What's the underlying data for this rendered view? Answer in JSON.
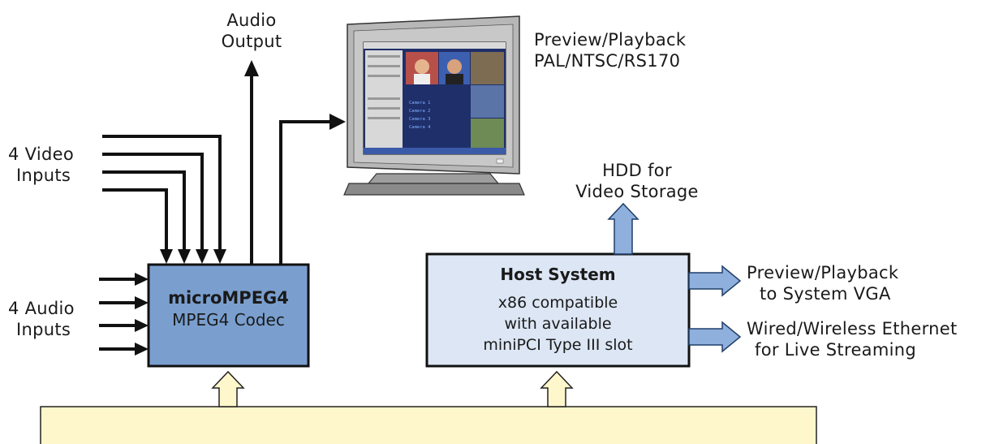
{
  "labels": {
    "audio_output": [
      "Audio",
      "Output"
    ],
    "video_inputs": [
      "4 Video",
      "Inputs"
    ],
    "audio_inputs": [
      "4 Audio",
      "Inputs"
    ],
    "preview_pal": [
      "Preview/Playback",
      "PAL/NTSC/RS170"
    ],
    "hdd": [
      "HDD for",
      "Video Storage"
    ],
    "preview_vga": [
      "Preview/Playback",
      "to System VGA"
    ],
    "ethernet": [
      "Wired/Wireless Ethernet",
      "for Live Streaming"
    ]
  },
  "codec_box": {
    "title": "microMPEG4",
    "subtitle": "MPEG4 Codec"
  },
  "host_box": {
    "title": "Host System",
    "lines": [
      "x86 compatible",
      "with available",
      "miniPCI Type III slot"
    ]
  },
  "monitor_screen": {
    "camera_labels": [
      "Camera 1",
      "Camera 2",
      "Camera 3",
      "Camera 4"
    ]
  },
  "colors": {
    "codec_fill": "#7a9fcf",
    "host_fill": "#dce6f4",
    "arrow_blue": "#8fb0dc",
    "bus_fill": "#fff7cc",
    "monitor_body": "#b7b7b7"
  }
}
